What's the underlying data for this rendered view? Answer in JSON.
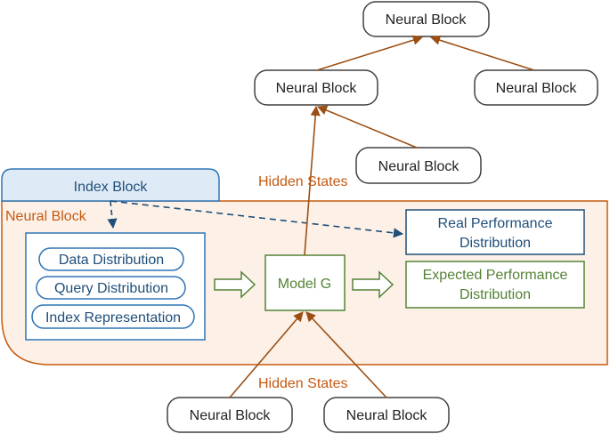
{
  "colors": {
    "neural_outline": "#404040",
    "container_fill": "#fdf1e7",
    "container_stroke": "#c55a11",
    "index_fill": "#deebf7",
    "index_stroke": "#2e75b6",
    "blue_text": "#1f4e79",
    "green": "#548235",
    "orange_text": "#c55a11",
    "arrow_brown": "#9c4f14"
  },
  "diagram": {
    "top_block": "Neural Block",
    "mid_left_block": "Neural Block",
    "mid_right_block": "Neural Block",
    "side_block": "Neural Block",
    "bottom_left_block": "Neural Block",
    "bottom_right_block": "Neural Block",
    "index_block": "Index Block",
    "container_label": "Neural Block",
    "hidden_states_top": "Hidden States",
    "hidden_states_bottom": "Hidden States",
    "inputs": [
      "Data Distribution",
      "Query Distribution",
      "Index Representation"
    ],
    "model": "Model G",
    "real_performance": [
      "Real Performance",
      "Distribution"
    ],
    "expected_performance": [
      "Expected Performance",
      "Distribution"
    ]
  }
}
